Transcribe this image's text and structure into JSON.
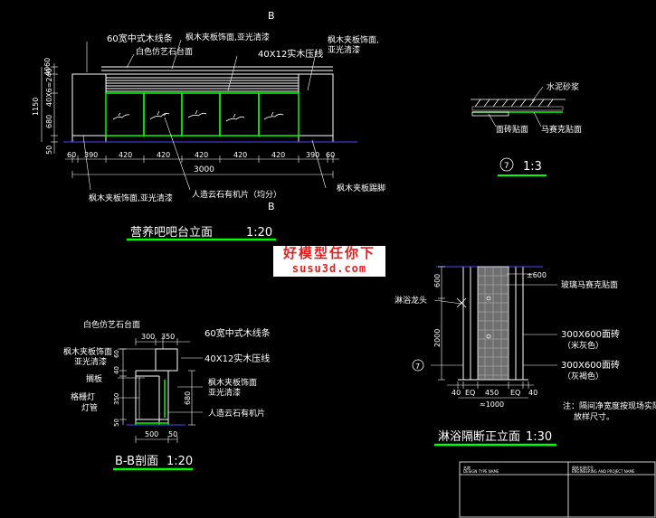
{
  "colors": {
    "bg": "#000000",
    "line": "#ffffff",
    "green": "#00ff00",
    "blue": "#4a4aff",
    "grey": "#9a9a9a",
    "red": "#e02020"
  },
  "watermark": {
    "line1": "好模型任你下",
    "line2": "susu3d.com"
  },
  "front_elevation": {
    "section_marker": "B",
    "section_marker_bottom": "B",
    "title": "营养吧吧台立面",
    "scale": "1:20",
    "annotations": {
      "wood_strip": "60宽中式木线条",
      "marble_top": "白色仿艺石台面",
      "veneer_top": "枫木夹板饰面,亚光清漆",
      "veneer_right_1": "枫木夹板饰面,",
      "veneer_right_2": "亚光清漆",
      "press_strip": "40X12实木压线",
      "veneer_bottom_left": "枫木夹板饰面,亚光清漆",
      "stone_panel": "人造云石有机片（均分）",
      "kick_panel": "枫木夹板踢脚"
    },
    "dims_vertical": [
      "60",
      "40",
      "40X6=240",
      "1150",
      "680",
      "50"
    ],
    "dims_bottom": [
      "60",
      "390",
      "420",
      "420",
      "420",
      "420",
      "420",
      "390",
      "60"
    ],
    "dim_total": "3000"
  },
  "detail_7": {
    "label_water": "水泥砂浆",
    "label_tile": "面砖贴面",
    "label_mosaic": "马赛克贴面",
    "marker": "7",
    "scale": "1:3"
  },
  "section_bb": {
    "title": "B-B剖面",
    "scale": "1:20",
    "annotations": {
      "marble_top": "白色仿艺石台面",
      "wood_strip": "60宽中式木线条",
      "veneer_left_1": "枫木夹板饰面",
      "veneer_left_2": "亚光清漆",
      "shelf": "搁板",
      "light_1": "格栅灯",
      "light_2": "灯管",
      "press_strip": "40X12实木压线",
      "veneer_right_1": "枫木夹板饰面",
      "veneer_right_2": "亚光清漆",
      "stone_panel": "人造云石有机片"
    },
    "dims_top": [
      "300",
      "350"
    ],
    "dims_left": [
      "60",
      "40",
      "350",
      "50"
    ],
    "dims_right": [
      "680"
    ],
    "dims_bottom": [
      "500",
      "50"
    ]
  },
  "shower": {
    "title": "淋浴隔断正立面",
    "scale": "1:30",
    "label_shower_head": "淋浴龙头",
    "label_marker": "7",
    "label_glass": "玻璃马赛克贴面",
    "label_tile1": "300X600面砖",
    "label_tile1_sub": "（米灰色）",
    "label_tile2": "300X600面砖",
    "label_tile2_sub": "（灰褐色）",
    "dims_left": [
      "600",
      "2000"
    ],
    "dim_top_right": "±600",
    "dims_bottom": [
      "40",
      "EQ",
      "450",
      "EQ",
      "40"
    ],
    "dim_total": "≈1000",
    "note_1": "注：隔间净宽度按现场实际",
    "note_2": "放样尺寸。"
  },
  "title_block": {
    "cell_1": "名称",
    "cell_2": "DESIGN TYPE NAME",
    "cell_3": "图纸名称代号",
    "cell_4": "ENGINEERING AND PROJECT NAME"
  }
}
